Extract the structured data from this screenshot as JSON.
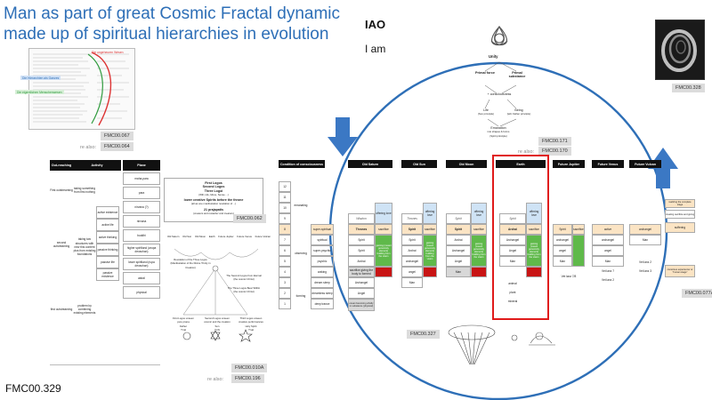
{
  "title": {
    "line1": "Man as part of great Cosmic Fractal dynamic",
    "line2": "made up of spiritual hierarchies in evolution"
  },
  "iao": {
    "label": "IAO",
    "subtitle": "I am"
  },
  "footer_id": "FMC00.329",
  "tags": {
    "t067": "FMC00.067",
    "t064": "FMC00.064",
    "t062": "FMC00.062",
    "t010": "FMC00.010A",
    "t196": "FMC00.196",
    "t171": "FMC00.171",
    "t170": "FMC00.170",
    "t327": "FMC00.327",
    "t077": "FMC00.077A",
    "t328": "FMC00.328"
  },
  "see_also": "re also:",
  "unity": {
    "title": "Unity",
    "left_head": "Primal force",
    "right_head": "Primal substance",
    "middle": "+ consciousness",
    "left_foot": "Life",
    "left_foot_sub": "(Son principle)",
    "right_foot": "Being",
    "right_foot_sub": "(will, Father principle)",
    "bottom": "Emanation",
    "bottom_sub1": "into shapes & forms",
    "bottom_sub2": "(Spirit principle)"
  },
  "thumb_top": {
    "blue_label": "Die Hierarchien als Ganzes",
    "green_label": "Die eigentlichen Menschenwesen",
    "red_label": "Die ungeheuren Wesen"
  },
  "left_table": {
    "headers": [
      "Out-reaching",
      "Activity",
      "Plane"
    ],
    "left_col": [
      "First outstreaming",
      "second outstreaming",
      "first outstreaming"
    ],
    "activity_a": [
      "taking something from first nothing",
      "taking two structures with new this content plus from existing foundations",
      "problem by combining existing elements"
    ],
    "activity_b": [
      "active existence",
      "active life",
      "active thinking",
      "passive thinking",
      "passive life",
      "passive existence"
    ],
    "planes": [
      "maha-para",
      "para",
      "nirvana (?)",
      "nirvana",
      "buddhi",
      "higher spiritland (arupa devachan)",
      "lower spiritland (rupa devachan)",
      "astral",
      "physical"
    ]
  },
  "logos_box": {
    "line1": "First Logos",
    "line2": "Second Logos",
    "line3": "Three Logoi",
    "line3_sub": "(Will, Life, Move, Sense ...)",
    "line4": "lower creative Spirits before the throne",
    "line4_sub": "(all as one manifestation revelation of ...)",
    "line5": "21 prajapatis",
    "line5_sub": "(creators and rewarder and creators)"
  },
  "mid_diagram": {
    "planet_labels": [
      "Old Saturn",
      "Old Sun",
      "Old Moon",
      "Earth",
      "Future Jupiter",
      "Future Venus",
      "Future Vulcan"
    ],
    "caption1": "Revelation of the Three Logos",
    "caption1_sub": "(Manifestation of the Divine Trinity in Creation)",
    "caption2": "The Second Logos from Eternal",
    "caption2_sub": "(the cosmic Christ)",
    "caption3": "The Three Logos Bear Within",
    "caption3_sub": "(the cosmic Christ)",
    "col1_a": "First Logos unseen",
    "col1_b": "pure prana",
    "col2_a": "Second Logos unseen",
    "col2_b": "cosmic and the creation",
    "col3_a": "Third Logos unseen",
    "col3_b": "creative performances",
    "col_names": [
      "Father",
      "Son",
      "Holy Spirit"
    ],
    "col_sub": [
      "T'cal",
      "T'chi",
      "T'sal"
    ]
  },
  "evo_table": {
    "first_header": "Condition of consciousness",
    "headers": [
      "Old Saturn",
      "Old Sun",
      "Old Moon",
      "Earth",
      "Future Jupiter",
      "Future Venus",
      "Future Vulcan"
    ],
    "row_numbers": [
      "12",
      "11",
      "10",
      "9",
      "8",
      "7",
      "6",
      "5",
      "4",
      "3",
      "2",
      "1"
    ],
    "states": [
      "",
      "",
      "",
      "",
      "super-spiritual",
      "spiritual",
      "super-psychic",
      "psychic",
      "waking",
      "dream sleep",
      "dreamless sleep",
      "deep trance"
    ],
    "groups": [
      "emanating",
      "observing",
      "forming"
    ],
    "wing_labels": [
      "Wisdom",
      "Thrones",
      "Spirit",
      "Spirit",
      "Archai",
      "Archangel",
      "Angel",
      "Man"
    ],
    "offering_label": "offering love",
    "sacrifice_label": "sacrifice",
    "green_text": "gaining (meant generosity element) building from the vision",
    "red_text": "sacrifice giving the body to formed",
    "earth_extra": [
      "animal",
      "plant",
      "mineral"
    ],
    "jupiter": [
      "Spirit",
      "archangel",
      "angel",
      "Man",
      "Vet lanz 7/8"
    ],
    "venus": [
      "active",
      "archangel",
      "angel",
      "Man",
      "Vet lanz 7",
      "Vet lanz 2"
    ],
    "vulcan": [
      "archangel",
      "Man",
      "Vet lanz 2",
      "Vet lanz 3"
    ],
    "side_labels": [
      "realizing the complete stage",
      "creating sacrifice and giving",
      "suffering",
      "conscious experiencer or \"human stage\""
    ],
    "saturn_bottom": [
      "ocean becoming wholly in substance (physical)",
      "wisdom"
    ],
    "sun_extra": [
      "archangel",
      "angel",
      "Man"
    ]
  }
}
